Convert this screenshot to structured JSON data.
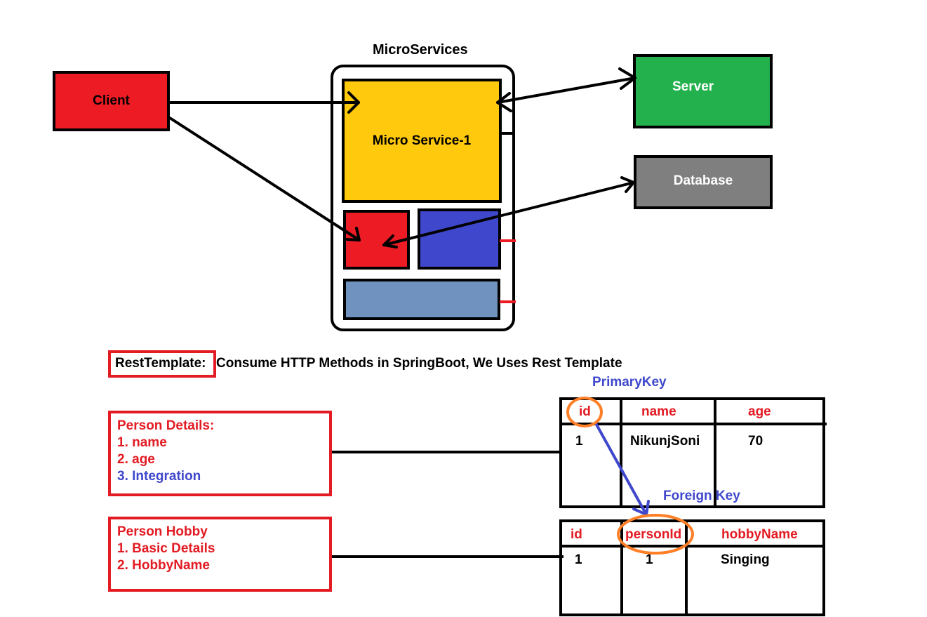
{
  "architecture": {
    "title": "MicroServices",
    "client_label": "Client",
    "server_label": "Server",
    "database_label": "Database",
    "microservice_label": "Micro Service-1"
  },
  "rest_template": {
    "term": "RestTemplate:",
    "description": "Consume HTTP Methods in SpringBoot, We Uses Rest Template"
  },
  "person_details": {
    "title": "Person Details:",
    "items": [
      "1. name",
      "2. age",
      "3. Integration"
    ]
  },
  "person_hobby": {
    "title": "Person Hobby",
    "items": [
      "1. Basic Details",
      "2. HobbyName"
    ]
  },
  "person_table": {
    "annotation": "PrimaryKey",
    "headers": [
      "id",
      "name",
      "age"
    ],
    "rows": [
      [
        "1",
        "NikunjSoni",
        "70"
      ]
    ]
  },
  "hobby_table": {
    "annotation": "Foreign Key",
    "headers": [
      "id",
      "personId",
      "hobbyName"
    ],
    "rows": [
      [
        "1",
        "1",
        "Singing"
      ]
    ]
  },
  "colors": {
    "client": "#ed1c24",
    "server": "#22b14c",
    "database": "#7f7f7f",
    "microservice": "#ffc90e",
    "small_red": "#ed1c24",
    "small_blue": "#3f48cc",
    "steel_blue": "#7092be",
    "orange_circle": "#ff7f27",
    "text_red": "#e31b23",
    "text_blue": "#3f48cc"
  }
}
